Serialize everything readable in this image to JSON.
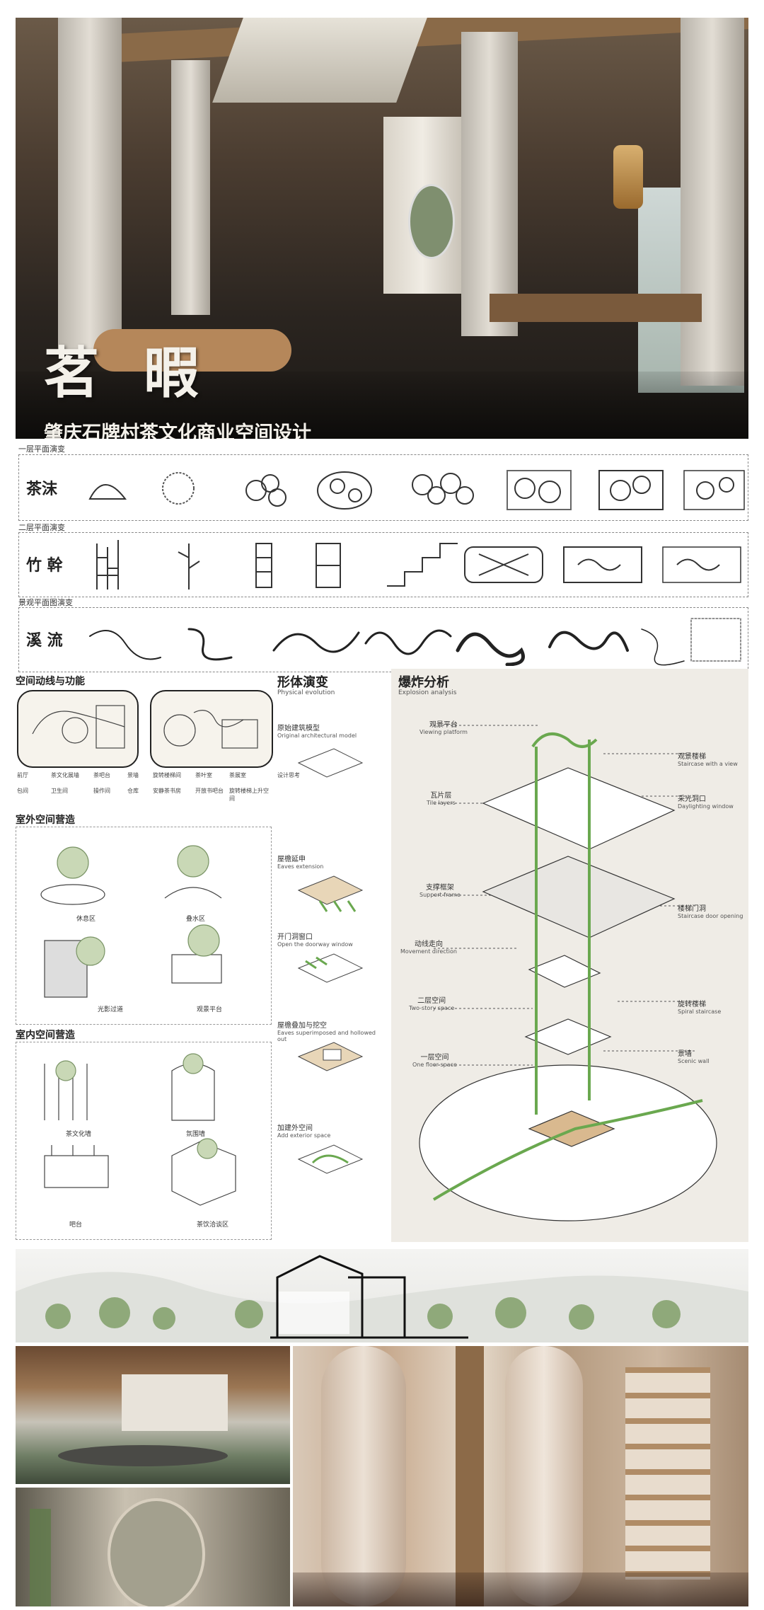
{
  "hero": {
    "title": "茗 暇",
    "subtitle": "肇庆石牌村茶文化商业空间设计"
  },
  "evolution": {
    "row1": {
      "label": "一层平面演变",
      "title": "茶沫"
    },
    "row2": {
      "label": "二层平面演变",
      "title": "竹 幹"
    },
    "row3": {
      "label": "景观平面图演变",
      "title": "溪 流"
    }
  },
  "circulation": {
    "heading": "空间动线与功能",
    "legend": [
      "前厅",
      "茶文化展墙",
      "茶吧台",
      "景墙",
      "旋转楼梯间",
      "茶叶室",
      "茶展室",
      "包间",
      "卫生间",
      "操作间",
      "仓库",
      "安静茶书房",
      "开放书吧台",
      "旋转楼梯上升空间"
    ]
  },
  "outdoor": {
    "heading": "室外空间营造",
    "captions": [
      "休息区",
      "叠水区",
      "光影过道",
      "观景平台"
    ]
  },
  "indoor": {
    "heading": "室内空间营造",
    "captions": [
      "茶文化墙",
      "氛围墙",
      "吧台",
      "茶饮洽谈区"
    ]
  },
  "form": {
    "heading": "形体演变",
    "heading_en": "Physical evolution",
    "steps": [
      {
        "cn": "原始建筑模型",
        "en": "Original architectural model"
      },
      {
        "cn": "屋檐延申",
        "en": "Eaves extension"
      },
      {
        "cn": "开门洞窗口",
        "en": "Open the doorway window"
      },
      {
        "cn": "屋檐叠加与挖空",
        "en": "Eaves superimposed and hollowed out"
      },
      {
        "cn": "加建外空间",
        "en": "Add exterior space"
      }
    ],
    "note_label": "设计思考"
  },
  "explosion": {
    "heading": "爆炸分析",
    "heading_en": "Explosion analysis",
    "left_labels": [
      {
        "cn": "观景平台",
        "en": "Viewing platform"
      },
      {
        "cn": "瓦片层",
        "en": "Tile layers"
      },
      {
        "cn": "支撑框架",
        "en": "Support frame"
      },
      {
        "cn": "动线走向",
        "en": "Movement direction"
      },
      {
        "cn": "二层空间",
        "en": "Two-story space"
      },
      {
        "cn": "一层空间",
        "en": "One floor space"
      }
    ],
    "right_labels": [
      {
        "cn": "观景楼梯",
        "en": "Staircase with a view"
      },
      {
        "cn": "采光洞口",
        "en": "Daylighting window"
      },
      {
        "cn": "楼梯门洞",
        "en": "Staircase door opening"
      },
      {
        "cn": "旋转楼梯",
        "en": "Spiral staircase"
      },
      {
        "cn": "景墙",
        "en": "Scenic wall"
      }
    ]
  },
  "colors": {
    "accent_green": "#6aa84f",
    "paper": "#efece6"
  }
}
